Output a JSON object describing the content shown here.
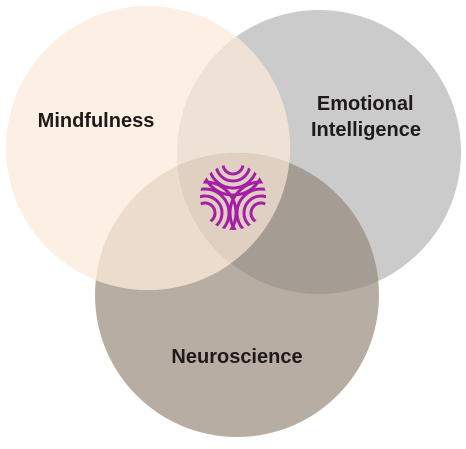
{
  "diagram": {
    "type": "venn",
    "sets": [
      {
        "id": "mindfulness",
        "label_lines": [
          "Mindfulness"
        ],
        "color": "#fcefe3"
      },
      {
        "id": "emotional-intelligence",
        "label_lines": [
          "Emotional",
          "Intelligence"
        ],
        "color": "#cbcbcb"
      },
      {
        "id": "neuroscience",
        "label_lines": [
          "Neuroscience"
        ],
        "color": "#b7ada3"
      }
    ],
    "overlap_colors": {
      "mindfulness_emotional": "#eee2d6",
      "mindfulness_neuroscience": "#ecdccc",
      "emotional_neuroscience": "#a59c94",
      "all_three": "#e0d0c1"
    },
    "center_logo": {
      "icon": "swirl-logo-icon",
      "color": "#a51ea8"
    }
  }
}
